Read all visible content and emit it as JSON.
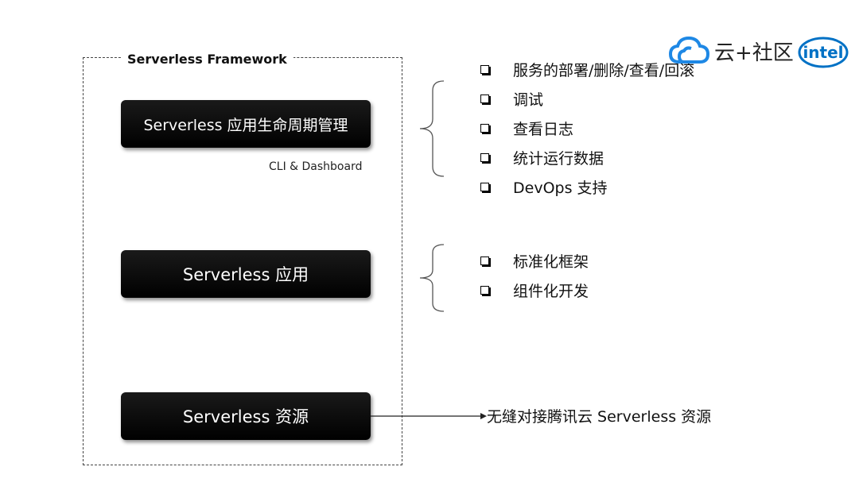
{
  "framework": {
    "title": "Serverless Framework",
    "blocks": [
      {
        "label": "Serverless 应用生命周期管理",
        "caption": "CLI & Dashboard"
      },
      {
        "label": "Serverless 应用"
      },
      {
        "label": "Serverless 资源"
      }
    ]
  },
  "lifecycle_features": [
    "服务的部署/删除/查看/回滚",
    "调试",
    "查看日志",
    "统计运行数据",
    "DevOps 支持"
  ],
  "app_features": [
    "标准化框架",
    "组件化开发"
  ],
  "resource_link": "无缝对接腾讯云 Serverless 资源",
  "logos": {
    "cloud_community": "云+社区",
    "intel": "intel",
    "cloud_color": "#1e88e5",
    "intel_color": "#0071c5"
  }
}
